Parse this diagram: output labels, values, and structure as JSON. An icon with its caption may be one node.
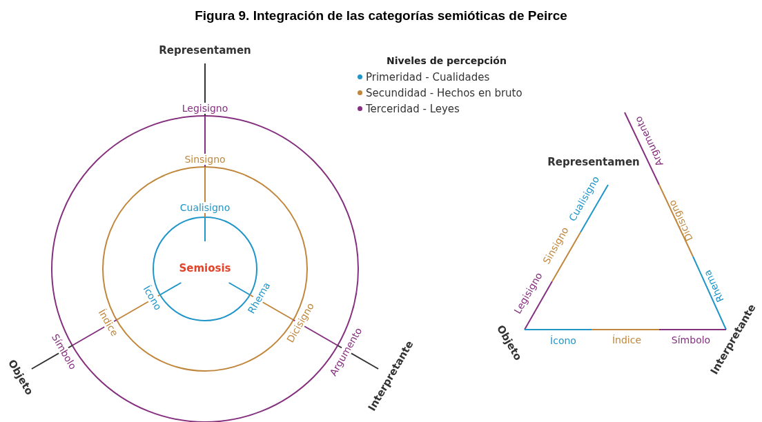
{
  "diagram": {
    "title": "Figura 9. Integración de las categorías semióticas de Peirce",
    "labels": [
      "Representamen",
      "Legisigno",
      "Sinsigno",
      "Cualisigno",
      "Semiosis",
      "Ícono",
      "Rhema",
      "Índice",
      "Dicisigno",
      "Símbolo",
      "Argumento",
      "Objeto",
      "Interpretante",
      "Niveles de percepción",
      "Argumento",
      "Representamen",
      "Cualisigno",
      "Dicisigno",
      "Sinsigno",
      "Legisigno",
      "Rhema",
      "Objeto",
      "Ícono",
      "Índice",
      "Símbolo",
      "Interpretante"
    ],
    "legend": [
      {
        "text": "Primeridad - Cualidades",
        "color": "#1f95c9"
      },
      {
        "text": "Secundidad - Hechos en bruto",
        "color": "#c0873c"
      },
      {
        "text": "Terceridad - Leyes",
        "color": "#84307f"
      }
    ]
  }
}
